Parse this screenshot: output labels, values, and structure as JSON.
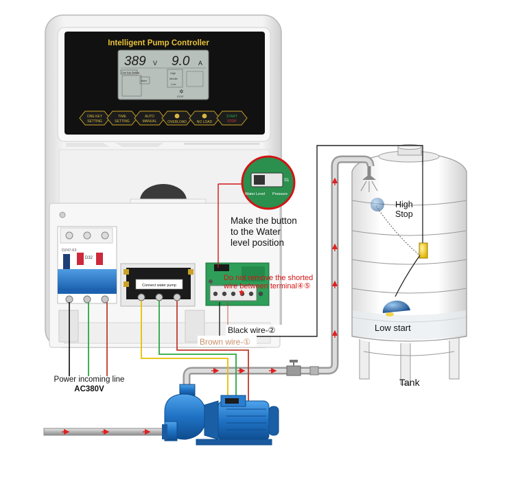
{
  "controller": {
    "title": "Intelligent Pump Controller",
    "voltage_value": "389",
    "voltage_unit": "V",
    "current_value": "9.0",
    "current_unit": "A",
    "lcd_left_label": "One Key Setting",
    "lcd_small": "Water",
    "lcd_levels": [
      "High",
      "Middle",
      "Low"
    ],
    "lcd_stop": "STOP",
    "buttons": [
      {
        "l1": "ONE KEY",
        "l2": "SETTING"
      },
      {
        "l1": "TIME",
        "l2": "SETTING"
      },
      {
        "l1": "AUTO",
        "l2": "MANUAL"
      },
      {
        "l1": "",
        "l2": "OVERLOAD"
      },
      {
        "l1": "",
        "l2": "NO LOAD"
      },
      {
        "l1": "START",
        "l2": "STOP"
      }
    ]
  },
  "breaker": {
    "model": "DZ47-63",
    "rating": "D32"
  },
  "terminal_block": {
    "label": "Connect water pump"
  },
  "zoom_switch": {
    "left": "Water Level",
    "right": "Pressure",
    "id": "S1"
  },
  "annotations": {
    "button_note": [
      "Make the button",
      "to the Water",
      "level position"
    ],
    "shorted_note": [
      "Do not remove the shorted",
      "wire between terminal④⑤"
    ],
    "black_wire": "Black wire-②",
    "brown_wire": "Brown wire-①",
    "power_line": "Power incoming line",
    "power_spec": "AC380V",
    "high_stop": [
      "High",
      "Stop"
    ],
    "low_start": "Low start",
    "tank": "Tank"
  },
  "colors": {
    "arrow_red": "#e02020",
    "wire_brown": "#c0392b",
    "wire_yellow": "#e5c000",
    "wire_green": "#2aa640",
    "pump_blue": "#1f72c4",
    "annotation_red": "#d21414"
  }
}
